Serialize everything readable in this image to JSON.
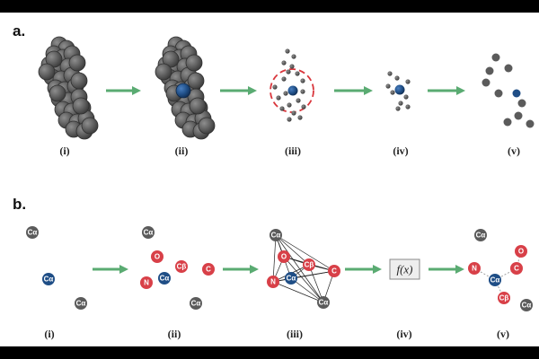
{
  "panel_a": {
    "letter": "a.",
    "labels": [
      "(i)",
      "(ii)",
      "(iii)",
      "(iv)",
      "(v)"
    ]
  },
  "panel_b": {
    "letter": "b.",
    "labels": [
      "(i)",
      "(ii)",
      "(iii)",
      "(iv)",
      "(v)"
    ],
    "function_label": "f(x)",
    "atoms": {
      "ca": "Cα",
      "n": "N",
      "o": "O",
      "c": "C",
      "cb": "Cβ"
    }
  },
  "colors": {
    "arrow": "#5aab72",
    "neighbor": "#5b5b5b",
    "center": "#1f4e86",
    "hetero": "#d84048",
    "dashed_circle": "#d9363c",
    "frame": "#000000",
    "background": "#ffffff"
  }
}
